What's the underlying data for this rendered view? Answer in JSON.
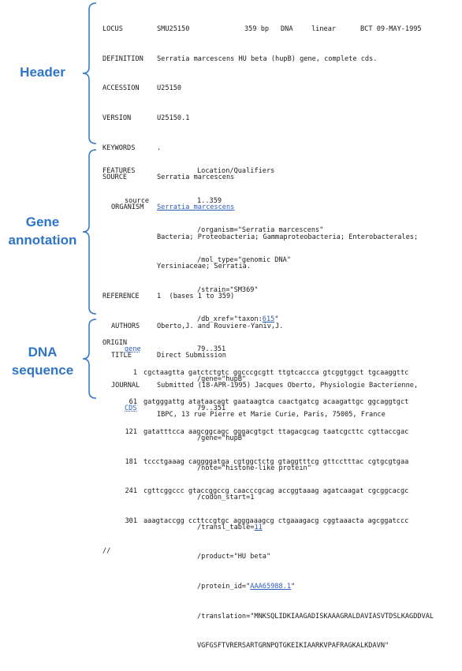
{
  "sections": {
    "header": "Header",
    "gene_annotation": [
      "Gene",
      "annotation"
    ],
    "dna_sequence": [
      "DNA",
      "sequence"
    ]
  },
  "record": {
    "locus_key": "LOCUS",
    "locus_name": "SMU25150",
    "locus_length": "359 bp",
    "locus_type": "DNA",
    "locus_topology": "linear",
    "locus_division_date": "BCT 09-MAY-1995",
    "definition_key": "DEFINITION",
    "definition": "Serratia marcescens HU beta (hupB) gene, complete cds.",
    "accession_key": "ACCESSION",
    "accession": "U25150",
    "version_key": "VERSION",
    "version": "U25150.1",
    "keywords_key": "KEYWORDS",
    "keywords": ".",
    "source_key": "SOURCE",
    "source": "Serratia marcescens",
    "organism_key": "ORGANISM",
    "organism": "Serratia marcescens",
    "lineage": [
      "Bacteria; Proteobacteria; Gammaproteobacteria; Enterobacterales;",
      "Yersiniaceae; Serratia."
    ],
    "reference_key": "REFERENCE",
    "reference": "1  (bases 1 to 359)",
    "authors_key": "AUTHORS",
    "authors": "Oberto,J. and Rouviere-Yaniv,J.",
    "title_key": "TITLE",
    "title": "Direct Submission",
    "journal_key": "JOURNAL",
    "journal": [
      "Submitted (18-APR-1995) Jacques Oberto, Physiologie Bacterienne,",
      "IBPC, 13 rue Pierre et Marie Curie, Paris, 75005, France"
    ]
  },
  "features": {
    "key": "FEATURES",
    "header": "Location/Qualifiers",
    "source": {
      "key": "source",
      "location": "1..359",
      "organism": "/organism=\"Serratia marcescens\"",
      "mol_type": "/mol_type=\"genomic DNA\"",
      "strain": "/strain=\"SM369\"",
      "db_xref_prefix": "/db_xref=\"taxon:",
      "db_xref_link": "615",
      "db_xref_suffix": "\""
    },
    "gene": {
      "key": "gene",
      "location": "79..351",
      "gene": "/gene=\"hupB\""
    },
    "cds": {
      "key": "CDS",
      "location": "79..351",
      "gene": "/gene=\"hupB\"",
      "note": "/note=\"histone-like protein\"",
      "codon_start": "/codon_start=1",
      "transl_table_prefix": "/transl_table=",
      "transl_table_link": "11",
      "product": "/product=\"HU beta\"",
      "protein_id_prefix": "/protein_id=\"",
      "protein_id_link": "AAA65988.1",
      "protein_id_suffix": "\"",
      "translation": [
        "/translation=\"MNKSQLIDKIAAGADISKAAAGRALDAVIASVTDSLKAGDDVAL",
        "VGFGSFTVRERSARTGRNPQTGKEIKIAARKVPAFRAGKALKDAVN\""
      ]
    }
  },
  "origin": {
    "key": "ORIGIN",
    "lines": [
      {
        "num": "1",
        "seq": "cgctaagtta gatctctgtc ggcccgcgtt ttgtcaccca gtcggtggct tgcaaggttc"
      },
      {
        "num": "61",
        "seq": "gatgggattg atataacagt gaataagtca caactgatcg acaagattgc ggcaggtgct"
      },
      {
        "num": "121",
        "seq": "gatatttcca aagcggcagc gggacgtgct ttagacgcag taatcgcttc cgttaccgac"
      },
      {
        "num": "181",
        "seq": "tccctgaaag caggggatga cgtggctctg gtaggtttcg gttcctttac cgtgcgtgaa"
      },
      {
        "num": "241",
        "seq": "cgttcggccc gtaccggccg caacccgcag accggtaaag agatcaagat cgcggcacgc"
      },
      {
        "num": "301",
        "seq": "aaagtaccgg ccttccgtgc agggaaagcg ctgaaagacg cggtaaacta agcggatccc"
      }
    ],
    "terminator": "//"
  },
  "colors": {
    "accent": "#2e75c9",
    "link": "#2b5cb8",
    "text": "#1a1a1a"
  }
}
